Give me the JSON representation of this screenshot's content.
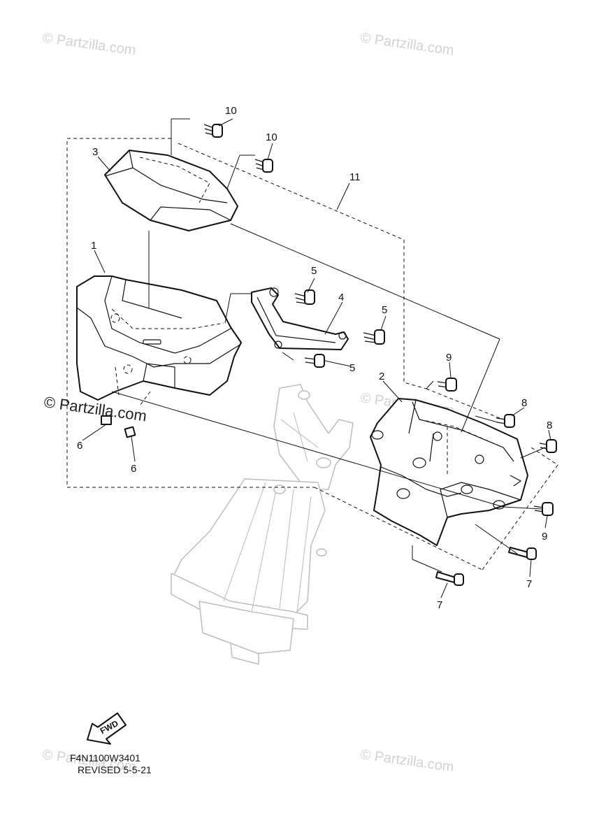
{
  "watermarks": {
    "light": "© Partzilla.com",
    "strong": "© Partzilla.com"
  },
  "callouts": {
    "p1": "1",
    "p2": "2",
    "p3": "3",
    "p4": "4",
    "p5": "5",
    "p6": "6",
    "p7": "7",
    "p8": "8",
    "p9": "9",
    "p10": "10",
    "p11": "11"
  },
  "fwd_label": "FWD",
  "drawing_code": "F4N1100W3401",
  "revision": "REVISED 5-5-21",
  "colors": {
    "line": "#111111",
    "phantom": "#bdbdbd",
    "watermark": "#d2d2d2"
  }
}
